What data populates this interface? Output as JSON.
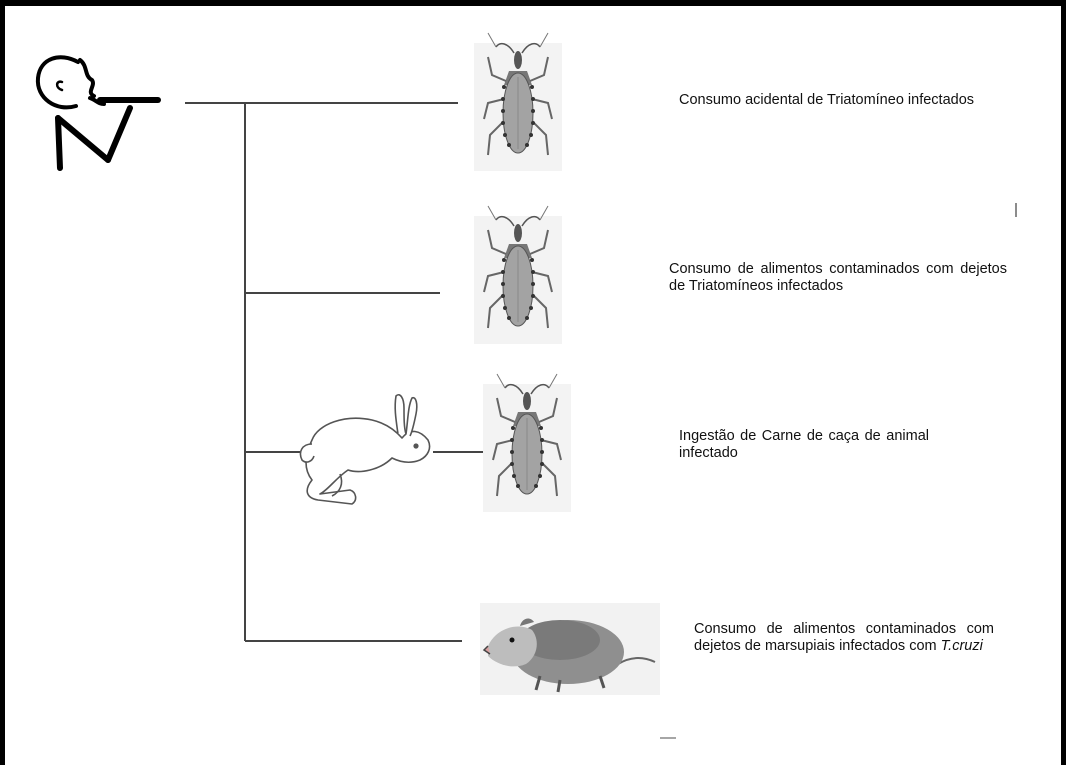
{
  "labels": {
    "item1": "Consumo acidental de Triatomíneo infectados",
    "item2": "Consumo de alimentos contaminados com dejetos de Triatomíneos infectados",
    "item3": "Ingestão de Carne de caça de animal infectado",
    "item4_text": "Consumo de alimentos contaminados com dejetos de marsupiais infectados com ",
    "item4_italic": "T.cruzi"
  },
  "icons": {
    "person": "person-eating-icon",
    "bug": "triatomine-bug-icon",
    "rabbit": "rabbit-icon",
    "opossum": "opossum-icon"
  },
  "colors": {
    "line": "#444444",
    "bug_body": "#9a9a9a",
    "bug_dark": "#333333"
  }
}
